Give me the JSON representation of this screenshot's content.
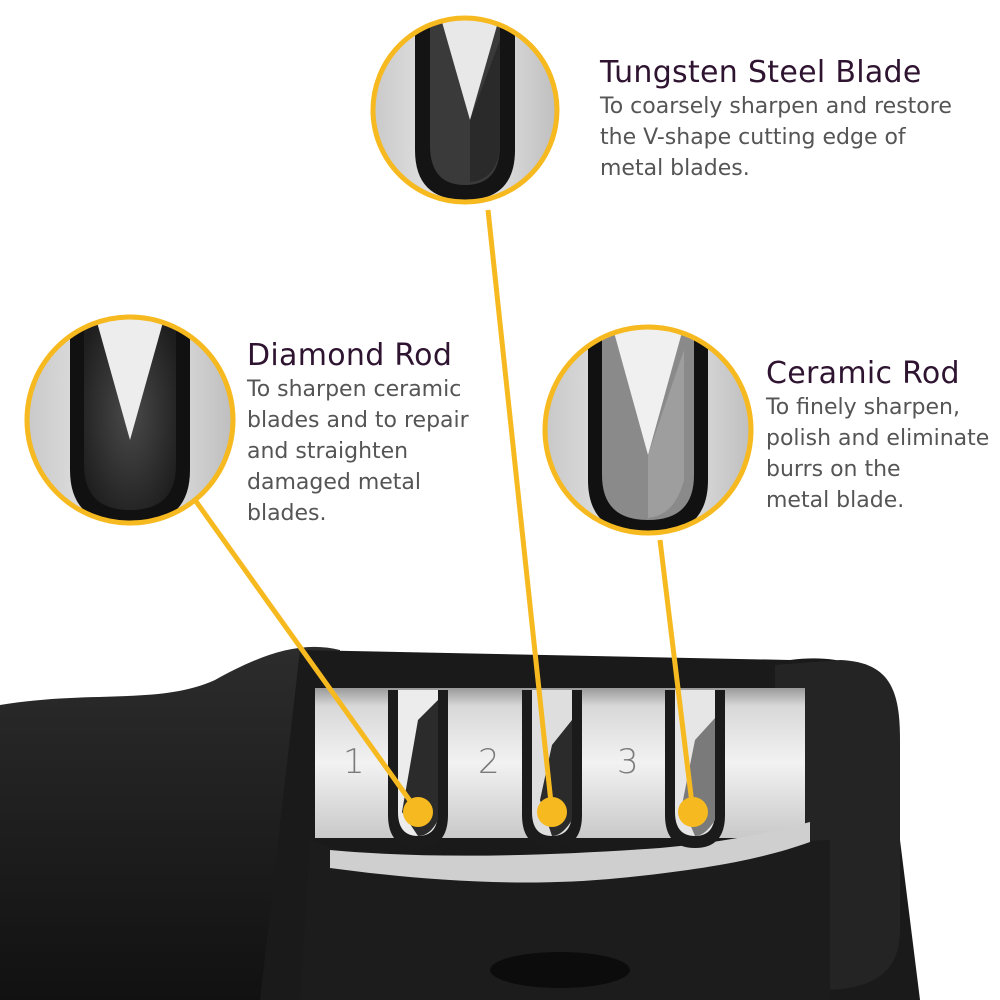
{
  "accent_color": "#f6b91f",
  "title_color": "#2e1430",
  "text_color": "#555555",
  "callouts": [
    {
      "title": "Tungsten Steel Blade",
      "description_lines": [
        "To coarsely sharpen and restore",
        "the V-shape cutting edge of",
        "metal blades."
      ],
      "slot": "2"
    },
    {
      "title": "Diamond Rod",
      "description_lines": [
        "To sharpen ceramic",
        "blades and to repair",
        "and straighten",
        "damaged metal",
        "blades."
      ],
      "slot": "1"
    },
    {
      "title": "Ceramic Rod",
      "description_lines": [
        "To finely sharpen,",
        "polish and eliminate",
        "burrs on the",
        "metal blade."
      ],
      "slot": "3"
    }
  ],
  "slots": [
    "1",
    "2",
    "3"
  ]
}
